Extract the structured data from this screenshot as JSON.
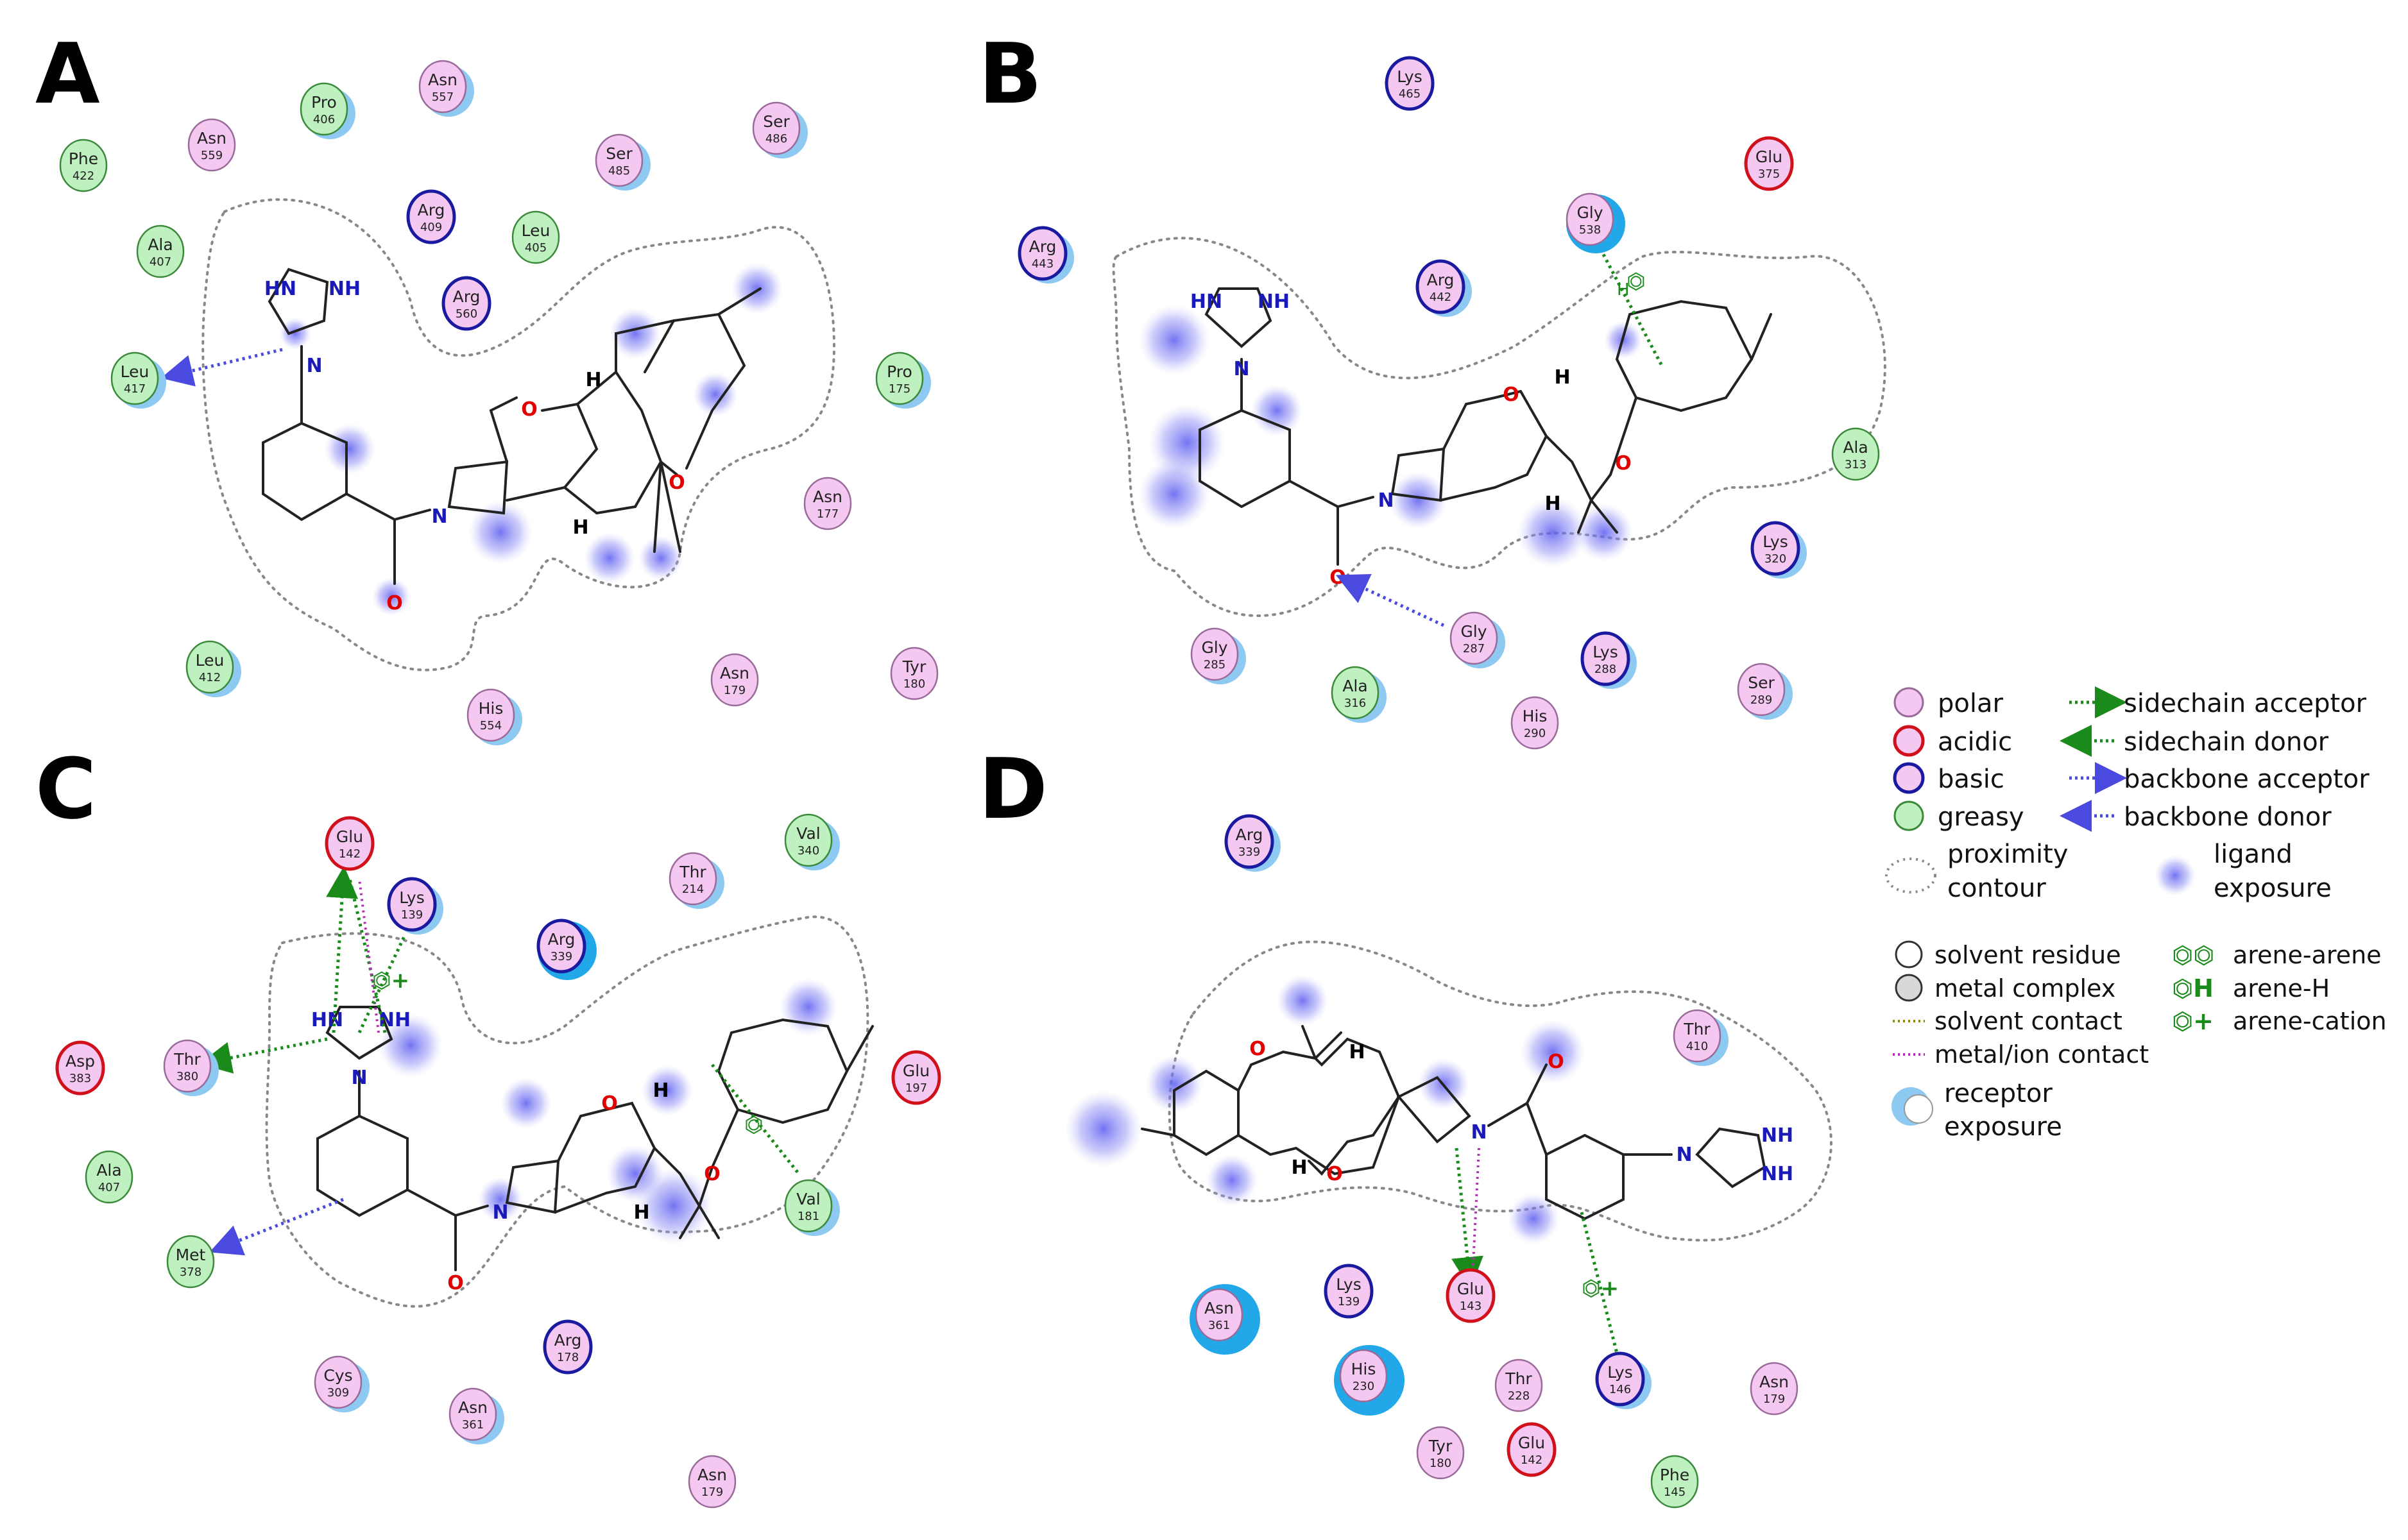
{
  "panels": [
    {
      "id": "A",
      "label": "A",
      "residues": [
        {
          "name": "Phe",
          "num": "422",
          "type": "greasy",
          "exposure": 0
        },
        {
          "name": "Asn",
          "num": "559",
          "type": "polar",
          "exposure": 0
        },
        {
          "name": "Pro",
          "num": "406",
          "type": "greasy",
          "exposure": 1
        },
        {
          "name": "Asn",
          "num": "557",
          "type": "polar",
          "exposure": 1
        },
        {
          "name": "Ser",
          "num": "485",
          "type": "polar",
          "exposure": 1
        },
        {
          "name": "Ser",
          "num": "486",
          "type": "polar",
          "exposure": 1
        },
        {
          "name": "Ala",
          "num": "407",
          "type": "greasy",
          "exposure": 0
        },
        {
          "name": "Arg",
          "num": "409",
          "type": "basic",
          "exposure": 0
        },
        {
          "name": "Leu",
          "num": "405",
          "type": "greasy",
          "exposure": 0
        },
        {
          "name": "Arg",
          "num": "560",
          "type": "basic",
          "exposure": 0
        },
        {
          "name": "Leu",
          "num": "417",
          "type": "greasy",
          "exposure": 1
        },
        {
          "name": "Pro",
          "num": "175",
          "type": "greasy",
          "exposure": 1
        },
        {
          "name": "Asn",
          "num": "177",
          "type": "polar",
          "exposure": 0
        },
        {
          "name": "Leu",
          "num": "412",
          "type": "greasy",
          "exposure": 1
        },
        {
          "name": "His",
          "num": "554",
          "type": "polar",
          "exposure": 1
        },
        {
          "name": "Asn",
          "num": "179",
          "type": "polar",
          "exposure": 0
        },
        {
          "name": "Tyr",
          "num": "180",
          "type": "polar",
          "exposure": 0
        }
      ]
    },
    {
      "id": "B",
      "label": "B",
      "residues": [
        {
          "name": "Lys",
          "num": "465",
          "type": "basic",
          "exposure": 0
        },
        {
          "name": "Glu",
          "num": "375",
          "type": "acidic",
          "exposure": 0
        },
        {
          "name": "Gly",
          "num": "538",
          "type": "polar",
          "exposure": 2
        },
        {
          "name": "Arg",
          "num": "443",
          "type": "basic",
          "exposure": 1
        },
        {
          "name": "Arg",
          "num": "442",
          "type": "basic",
          "exposure": 1
        },
        {
          "name": "Ala",
          "num": "313",
          "type": "greasy",
          "exposure": 0
        },
        {
          "name": "Lys",
          "num": "320",
          "type": "basic",
          "exposure": 1
        },
        {
          "name": "Gly",
          "num": "285",
          "type": "polar",
          "exposure": 1
        },
        {
          "name": "Gly",
          "num": "287",
          "type": "polar",
          "exposure": 1
        },
        {
          "name": "Lys",
          "num": "288",
          "type": "basic",
          "exposure": 1
        },
        {
          "name": "Ala",
          "num": "316",
          "type": "greasy",
          "exposure": 1
        },
        {
          "name": "His",
          "num": "290",
          "type": "polar",
          "exposure": 0
        },
        {
          "name": "Ser",
          "num": "289",
          "type": "polar",
          "exposure": 1
        }
      ]
    },
    {
      "id": "C",
      "label": "C",
      "residues": [
        {
          "name": "Glu",
          "num": "142",
          "type": "acidic",
          "exposure": 0
        },
        {
          "name": "Lys",
          "num": "139",
          "type": "basic",
          "exposure": 1
        },
        {
          "name": "Thr",
          "num": "214",
          "type": "polar",
          "exposure": 1
        },
        {
          "name": "Val",
          "num": "340",
          "type": "greasy",
          "exposure": 1
        },
        {
          "name": "Arg",
          "num": "339",
          "type": "basic",
          "exposure": 2
        },
        {
          "name": "Asp",
          "num": "383",
          "type": "acidic",
          "exposure": 0
        },
        {
          "name": "Thr",
          "num": "380",
          "type": "polar",
          "exposure": 1
        },
        {
          "name": "Glu",
          "num": "197",
          "type": "acidic",
          "exposure": 0
        },
        {
          "name": "Ala",
          "num": "407",
          "type": "greasy",
          "exposure": 0
        },
        {
          "name": "Val",
          "num": "181",
          "type": "greasy",
          "exposure": 1
        },
        {
          "name": "Met",
          "num": "378",
          "type": "greasy",
          "exposure": 0
        },
        {
          "name": "Arg",
          "num": "178",
          "type": "basic",
          "exposure": 0
        },
        {
          "name": "Cys",
          "num": "309",
          "type": "polar",
          "exposure": 1
        },
        {
          "name": "Asn",
          "num": "361",
          "type": "polar",
          "exposure": 1
        },
        {
          "name": "Asn",
          "num": "179",
          "type": "polar",
          "exposure": 0
        }
      ]
    },
    {
      "id": "D",
      "label": "D",
      "residues": [
        {
          "name": "Arg",
          "num": "339",
          "type": "basic",
          "exposure": 1
        },
        {
          "name": "Thr",
          "num": "410",
          "type": "polar",
          "exposure": 1
        },
        {
          "name": "Asn",
          "num": "361",
          "type": "polar",
          "exposure": 3
        },
        {
          "name": "Lys",
          "num": "139",
          "type": "basic",
          "exposure": 0
        },
        {
          "name": "Glu",
          "num": "143",
          "type": "acidic",
          "exposure": 0
        },
        {
          "name": "Lys",
          "num": "146",
          "type": "basic",
          "exposure": 1
        },
        {
          "name": "Asn",
          "num": "179",
          "type": "polar",
          "exposure": 0
        },
        {
          "name": "His",
          "num": "230",
          "type": "polar",
          "exposure": 3
        },
        {
          "name": "Thr",
          "num": "228",
          "type": "polar",
          "exposure": 0
        },
        {
          "name": "Tyr",
          "num": "180",
          "type": "polar",
          "exposure": 0
        },
        {
          "name": "Glu",
          "num": "142",
          "type": "acidic",
          "exposure": 0
        },
        {
          "name": "Phe",
          "num": "145",
          "type": "greasy",
          "exposure": 0
        }
      ]
    }
  ],
  "legend": {
    "residue_types": [
      {
        "key": "polar",
        "label": "polar"
      },
      {
        "key": "acidic",
        "label": "acidic"
      },
      {
        "key": "basic",
        "label": "basic"
      },
      {
        "key": "greasy",
        "label": "greasy"
      }
    ],
    "interactions": [
      {
        "label": "sidechain acceptor",
        "color": "#1a8a1a",
        "dir": "right"
      },
      {
        "label": "sidechain donor",
        "color": "#1a8a1a",
        "dir": "left"
      },
      {
        "label": "backbone acceptor",
        "color": "#4a4ae0",
        "dir": "right"
      },
      {
        "label": "backbone donor",
        "color": "#4a4ae0",
        "dir": "left"
      }
    ],
    "proximity": [
      "proximity",
      "contour"
    ],
    "ligand_exposure": [
      "ligand",
      "exposure"
    ],
    "misc": [
      {
        "key": "solvent",
        "label": "solvent residue"
      },
      {
        "key": "metal",
        "label": "metal complex"
      },
      {
        "key": "solvent_contact",
        "label": "solvent contact"
      },
      {
        "key": "metal_contact",
        "label": "metal/ion contact"
      }
    ],
    "arene": [
      {
        "key": "arene-arene",
        "label": "arene-arene",
        "glyph": "⏣⏣"
      },
      {
        "key": "arene-H",
        "label": "arene-H",
        "glyph": "⏣H"
      },
      {
        "key": "arene-cation",
        "label": "arene-cation",
        "glyph": "⏣+"
      }
    ],
    "receptor_exposure": [
      "receptor",
      "exposure"
    ]
  },
  "colors": {
    "polar_fill": "#f4c8f0",
    "polar_stroke": "#9a6a9a",
    "acidic_fill": "#f4c8f0",
    "acidic_stroke": "#d0101a",
    "basic_fill": "#f4c8f0",
    "basic_stroke": "#1a1aa0",
    "greasy_fill": "#bff0bf",
    "greasy_stroke": "#3a8a3a",
    "exposure": "#8ec9f2",
    "exposure_strong": "#22a8e8",
    "ligand_blob": "#7a7af0",
    "sidechain": "#1a8a1a",
    "backbone": "#4a4ae0",
    "metal_contact": "#b030b0"
  },
  "atoms": {
    "N": "N",
    "O": "O",
    "H": "H",
    "NH": "NH",
    "HN": "HN",
    "plus": "+"
  }
}
